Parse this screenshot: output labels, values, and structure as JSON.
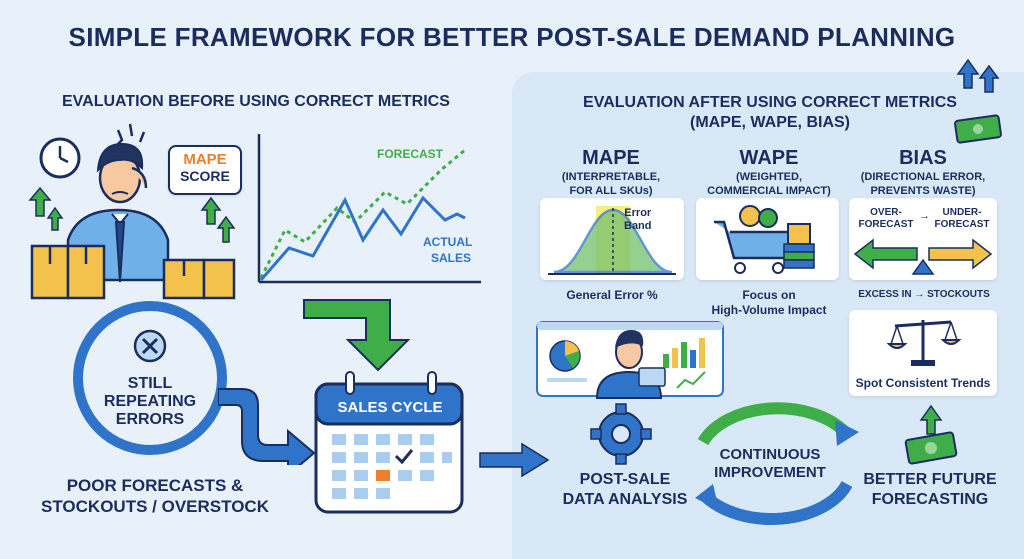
{
  "title": "SIMPLE FRAMEWORK FOR BETTER POST-SALE DEMAND PLANNING",
  "before": {
    "heading": "EVALUATION BEFORE USING CORRECT METRICS",
    "badge_line1": "MAPE",
    "badge_line2": "SCORE",
    "chart_forecast": "FORECAST",
    "chart_actual_1": "ACTUAL",
    "chart_actual_2": "SALES",
    "circle_line1": "STILL",
    "circle_line2": "REPEATING",
    "circle_line3": "ERRORS",
    "bottom_line1": "POOR FORECASTS &",
    "bottom_line2": "STOCKOUTS / OVERSTOCK"
  },
  "calendar_label": "SALES CYCLE",
  "after": {
    "heading_line1": "EVALUATION AFTER USING CORRECT METRICS",
    "heading_line2": "(MAPE, WAPE, BIAS)",
    "mape": {
      "title": "MAPE",
      "sub1": "(INTERPRETABLE,",
      "sub2": "FOR ALL SKUs)",
      "band1": "Error",
      "band2": "Band",
      "caption": "General Error %"
    },
    "wape": {
      "title": "WAPE",
      "sub1": "(WEIGHTED,",
      "sub2": "COMMERCIAL IMPACT)",
      "cap1": "Focus on",
      "cap2": "High-Volume Impact"
    },
    "bias": {
      "title": "BIAS",
      "sub1": "(DIRECTIONAL ERROR,",
      "sub2": "PREVENTS WASTE)",
      "over1": "OVER-",
      "over2": "FORECAST",
      "under1": "UNDER-",
      "under2": "FORECAST",
      "excess": "EXCESS IN → STOCKOUTS",
      "trend": "Spot Consistent Trends"
    },
    "post_line1": "POST-SALE",
    "post_line2": "DATA ANALYSIS",
    "cont_line1": "CONTINUOUS",
    "cont_line2": "IMPROVEMENT",
    "better_line1": "BETTER FUTURE",
    "better_line2": "FORECASTING"
  },
  "colors": {
    "navy": "#1b2d5e",
    "blue": "#2f74c8",
    "green": "#3fae49",
    "orange": "#ee7d2d",
    "box": "#f3c24d"
  }
}
